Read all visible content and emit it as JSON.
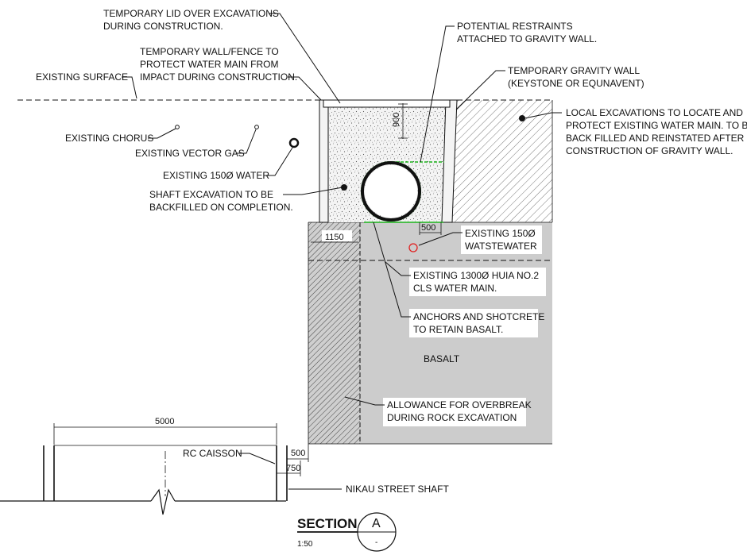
{
  "colors": {
    "basalt": "#cccccc",
    "fill_speckle": "#f2f2f2",
    "restraint_line": "#1bb31b",
    "wastewater_marker": "#e02020"
  },
  "labels": {
    "temporary_lid": [
      "TEMPORARY LID OVER EXCAVATIONS",
      "DURING CONSTRUCTION."
    ],
    "temporary_wall": [
      "TEMPORARY WALL/FENCE TO",
      "PROTECT WATER MAIN FROM",
      "IMPACT DURING CONSTRUCTION."
    ],
    "existing_surface": "EXISTING SURFACE",
    "existing_chorus": "EXISTING CHORUS",
    "existing_vector_gas": "EXISTING VECTOR GAS",
    "existing_water": "EXISTING 150Ø WATER",
    "shaft_excavation": [
      "SHAFT EXCAVATION TO BE",
      "BACKFILLED ON COMPLETION."
    ],
    "potential_restraints": [
      "POTENTIAL RESTRAINTS",
      "ATTACHED TO GRAVITY WALL."
    ],
    "gravity_wall": [
      "TEMPORARY GRAVITY WALL",
      "(KEYSTONE OR EQUNAVENT)"
    ],
    "local_excavations": [
      "LOCAL EXCAVATIONS TO LOCATE AND",
      "PROTECT EXISTING WATER MAIN. TO BE",
      "BACK FILLED AND REINSTATED AFTER",
      "CONSTRUCTION OF GRAVITY WALL."
    ],
    "existing_wastewater": [
      "EXISTING 150Ø",
      "WATSTEWATER"
    ],
    "huia_main": [
      "EXISTING 1300Ø HUIA NO.2",
      "CLS WATER MAIN."
    ],
    "anchors": [
      "ANCHORS AND SHOTCRETE",
      "TO RETAIN BASALT."
    ],
    "basalt": "BASALT",
    "overbreak": [
      "ALLOWANCE FOR OVERBREAK",
      "DURING ROCK EXCAVATION"
    ],
    "rc_caisson": "RC CAISSON",
    "nikau_shaft": "NIKAU STREET SHAFT"
  },
  "dimensions": {
    "d900": "900",
    "d500_top": "500",
    "d1150": "1150",
    "d5000": "5000",
    "d500_bottom": "500",
    "d750": "750"
  },
  "title": {
    "section": "SECTION",
    "mark": "A",
    "scale": "1:50",
    "sheet": "-"
  }
}
